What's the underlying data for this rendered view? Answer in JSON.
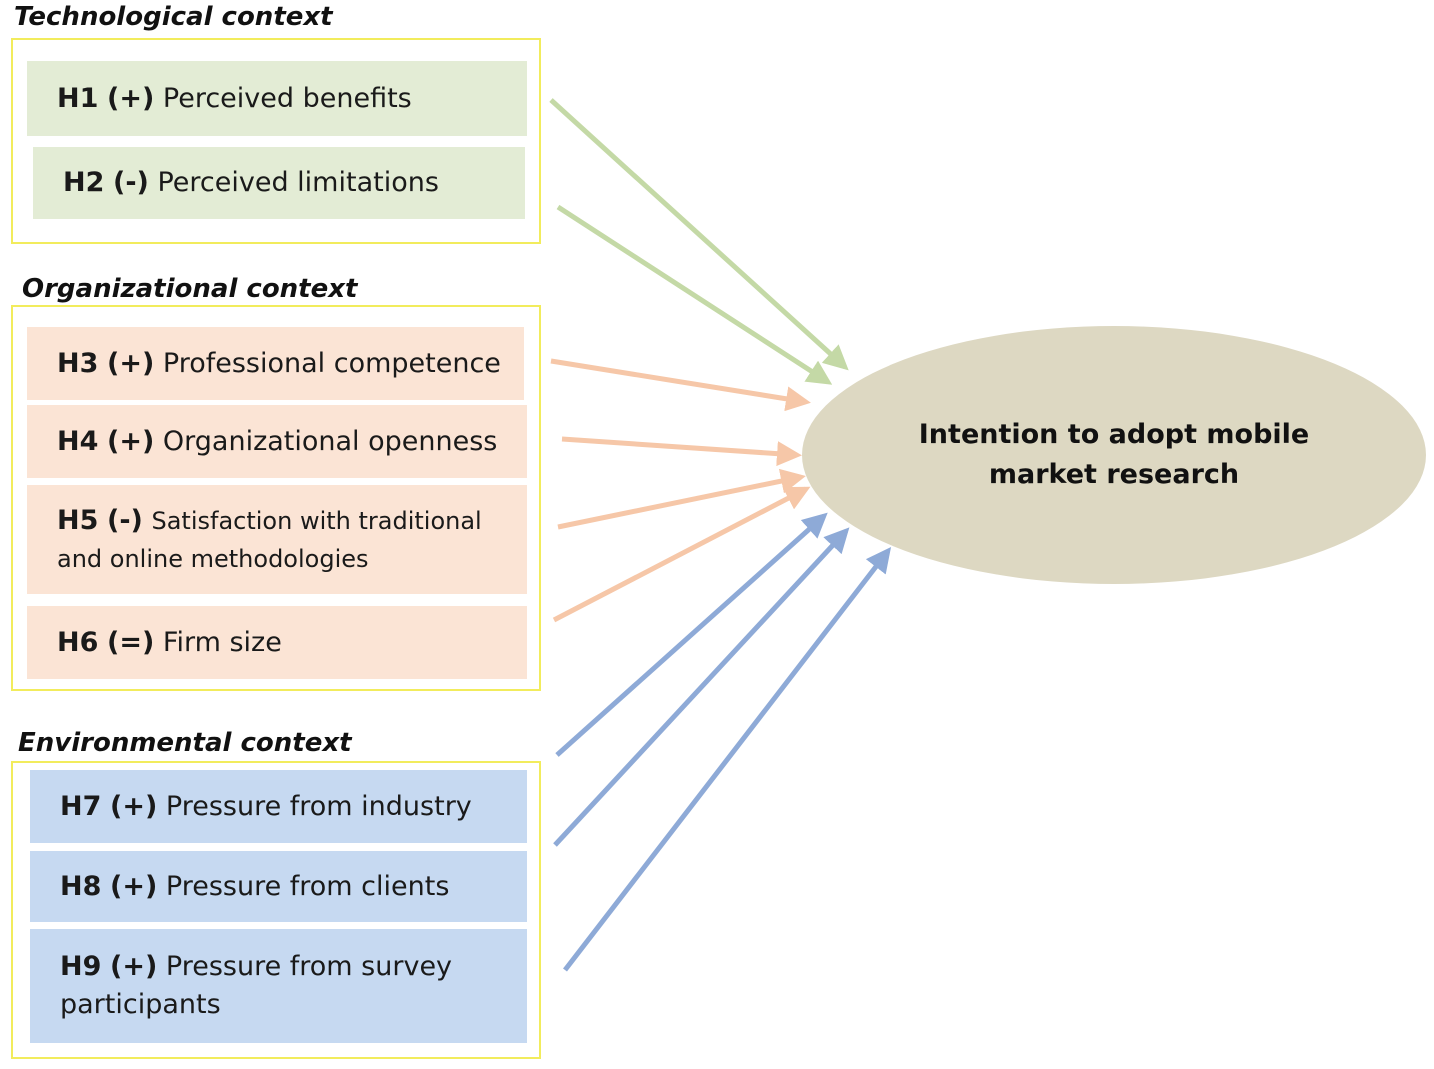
{
  "groups": {
    "technological": {
      "title": "Technological context",
      "color": "#e3ecd5",
      "arrow_color": "#c4d9a6",
      "factors": [
        {
          "code": "H1",
          "sign": "(+)",
          "label": "Perceived benefits"
        },
        {
          "code": "H2",
          "sign": "(-)",
          "label": "Perceived limitations"
        }
      ]
    },
    "organizational": {
      "title": "Organizational context",
      "color": "#fbe4d5",
      "arrow_color": "#f6c7a8",
      "factors": [
        {
          "code": "H3",
          "sign": "(+)",
          "label": "Professional competence"
        },
        {
          "code": "H4",
          "sign": "(+)",
          "label": "Organizational openness"
        },
        {
          "code": "H5",
          "sign": "(-)",
          "label": "Satisfaction with traditional",
          "label2": "and online methodologies"
        },
        {
          "code": "H6",
          "sign": "(=)",
          "label": "Firm size"
        }
      ]
    },
    "environmental": {
      "title": "Environmental context",
      "color": "#c6d9f1",
      "arrow_color": "#8eaad7",
      "factors": [
        {
          "code": "H7",
          "sign": "(+)",
          "label": "Pressure from industry"
        },
        {
          "code": "H8",
          "sign": "(+)",
          "label": "Pressure from clients"
        },
        {
          "code": "H9",
          "sign": "(+)",
          "label": "Pressure from survey",
          "label2": "participants"
        }
      ]
    }
  },
  "outcome": {
    "label": "Intention to adopt mobile market research",
    "color": "#ddd8c2"
  },
  "box_border_color": "#f2ec5c"
}
